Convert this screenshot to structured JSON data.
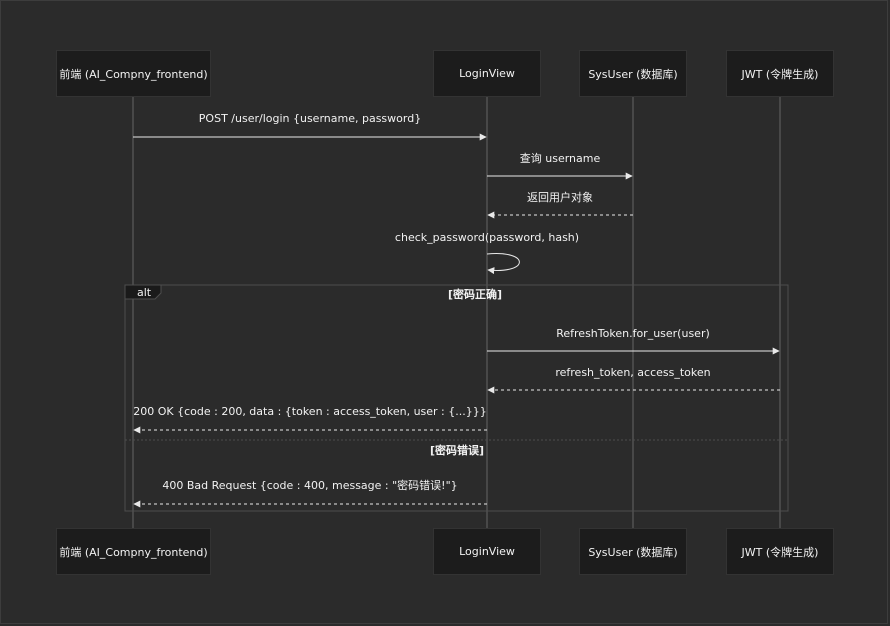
{
  "participants": [
    {
      "id": "frontend",
      "label": "前端 (AI_Compny_frontend)"
    },
    {
      "id": "login",
      "label": "LoginView"
    },
    {
      "id": "sysuser",
      "label": "SysUser (数据库)"
    },
    {
      "id": "jwt",
      "label": "JWT (令牌生成)"
    }
  ],
  "messages": [
    {
      "from": "frontend",
      "to": "login",
      "style": "solid",
      "label": "POST /user/login {username, password}"
    },
    {
      "from": "login",
      "to": "sysuser",
      "style": "solid",
      "label": "查询 username"
    },
    {
      "from": "sysuser",
      "to": "login",
      "style": "dashed",
      "label": "返回用户对象"
    },
    {
      "from": "login",
      "to": "login",
      "style": "self",
      "label": "check_password(password, hash)"
    },
    {
      "from": "login",
      "to": "jwt",
      "style": "solid",
      "label": "RefreshToken.for_user(user)"
    },
    {
      "from": "jwt",
      "to": "login",
      "style": "dashed",
      "label": "refresh_token, access_token"
    },
    {
      "from": "login",
      "to": "frontend",
      "style": "dashed",
      "label": "200 OK {code : 200, data : {token : access_token, user : {...}}}"
    },
    {
      "from": "login",
      "to": "frontend",
      "style": "dashed",
      "label": "400 Bad Request {code : 400, message : \"密码错误!\"}"
    }
  ],
  "alt": {
    "keyword": "alt",
    "condition_1": "[密码正确]",
    "condition_2": "[密码错误]"
  },
  "colors": {
    "background": "#2b2b2b",
    "actor_box": "#1c1c1c",
    "line": "#e8e8e8",
    "text": "#f2f2f2"
  }
}
